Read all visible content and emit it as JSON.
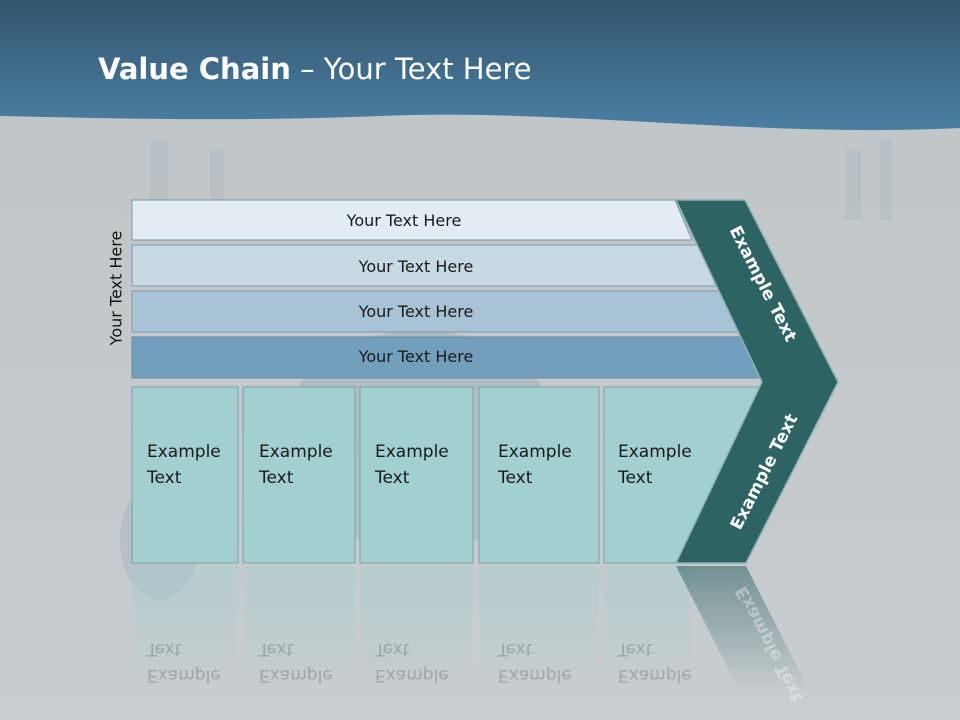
{
  "title": {
    "bold": "Value Chain",
    "rest": " – Your Text Here"
  },
  "side_label": "Your Text Here",
  "bars": [
    "Your Text Here",
    "Your Text Here",
    "Your Text Here",
    "Your Text Here"
  ],
  "boxes": [
    "Example\nText",
    "Example\nText",
    "Example\nText",
    "Example\nText",
    "Example\nText"
  ],
  "chevron": {
    "top": "Example Text",
    "bottom": "Example Text"
  },
  "colors": {
    "header": "#3f6f90",
    "bar1": "#e3ecf2",
    "bar2": "#c7d9e3",
    "bar3": "#a9c3d6",
    "bar4": "#719fbd",
    "box": "#a2cfcf",
    "chevron": "#2e6364"
  }
}
